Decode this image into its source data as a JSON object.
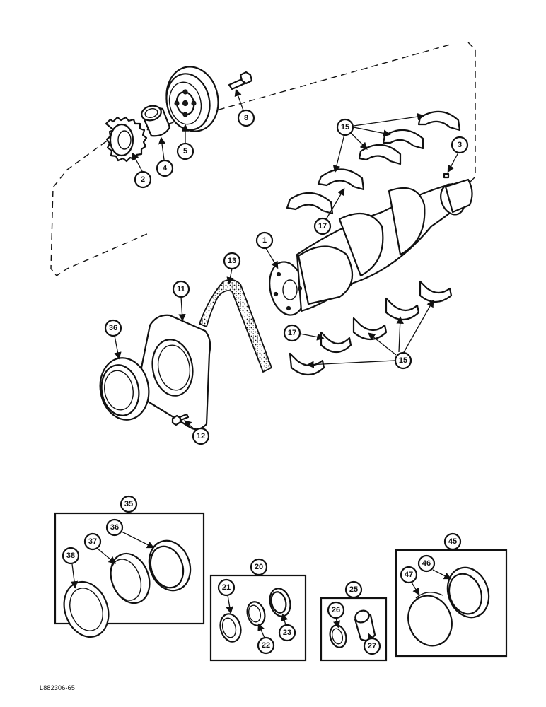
{
  "figure_code": "L882306-65",
  "callouts": {
    "c1": "1",
    "c2": "2",
    "c3": "3",
    "c4": "4",
    "c5": "5",
    "c8": "8",
    "c11": "11",
    "c12": "12",
    "c13": "13",
    "c15a": "15",
    "c15b": "15",
    "c17a": "17",
    "c17b": "17",
    "c36a": "36",
    "c35": "35",
    "c36b": "36",
    "c37": "37",
    "c38": "38",
    "c20": "20",
    "c21": "21",
    "c22": "22",
    "c23": "23",
    "c25": "25",
    "c26": "26",
    "c27": "27",
    "c45": "45",
    "c46": "46",
    "c47": "47"
  }
}
